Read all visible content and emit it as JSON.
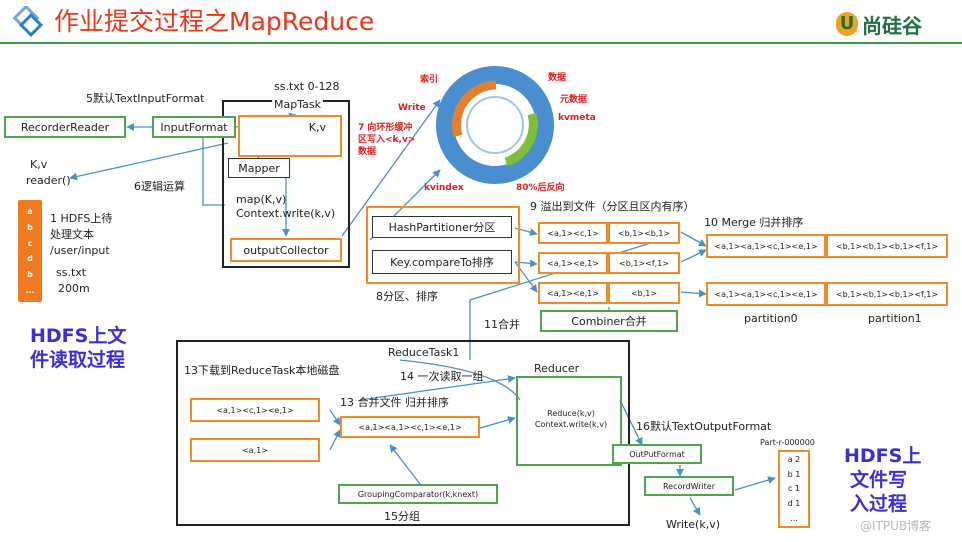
{
  "header": {
    "title": "作业提交过程之MapReduce",
    "logo_text": "尚硅谷",
    "logo_glyph": "U"
  },
  "colors": {
    "title": "#e8381a",
    "orange_box": "#f08a2a",
    "green_box": "#4aa84a",
    "hdfs_text": "#3a2fd0",
    "arrow": "#4a90c8",
    "ring_outer": "#4a8ed0",
    "ring_inner": "#e08030",
    "red_label": "#e02020"
  },
  "map_side": {
    "file_label": "ss.txt 0-128",
    "maptask": "MapTask",
    "kv": "K,v",
    "mapper": "Mapper",
    "map_call": "map(K,v)",
    "context_write": "Context.write(k,v)",
    "output_collector": "outputCollector",
    "input_format_note": "5默认TextInputFormat",
    "input_format": "InputFormat",
    "record_reader": "RecorderReader",
    "reader_kv": "K,v",
    "reader_call": "reader()",
    "logic_note": "6逻辑运算",
    "hdfs_note_1": "1 HDFS上待",
    "hdfs_note_2": "处理文本",
    "hdfs_note_3": "/user/input",
    "file_name": "ss.txt",
    "file_size": "200m",
    "file_letters": [
      "a",
      "b",
      "c",
      "d",
      "b",
      "..."
    ]
  },
  "hdfs_read": [
    "HDFS上文",
    "件读取过程"
  ],
  "ring": {
    "labels_left": [
      "索引",
      "Write",
      "7 向环形缓冲区写入<k,v>数据"
    ],
    "labels_right": [
      "数据",
      "元数据",
      "kvmeta"
    ],
    "labels_bottom": [
      "kvindex",
      "80%后反向"
    ]
  },
  "shuffle": {
    "hash_partitioner": "HashPartitioner分区",
    "key_compare": "Key.compareTo排序",
    "partition_note": "8分区、排序",
    "spill_note": "9 溢出到文件（分区且区内有序）",
    "spill_cells": [
      [
        "<a,1><c,1>",
        "<b,1><b,1>"
      ],
      [
        "<a,1><e,1>",
        "<b,1><f,1>"
      ],
      [
        "<a,1><e,1>",
        "<b,1>"
      ]
    ],
    "merge_note": "10 Merge 归并排序",
    "merge_cells": [
      "<a,1><a,1><c,1><e,1>",
      "<b,1><b,1><b,1><f,1>"
    ],
    "merge_cells_2": [
      "<a,1><a,1><c,1><e,1>",
      "<b,1><b,1><b,1><f,1>"
    ],
    "partition_labels": [
      "partition0",
      "partition1"
    ],
    "combiner": "Combiner合并",
    "combiner_note": "11合并"
  },
  "reduce_side": {
    "reducetask": "ReduceTask1",
    "download_note": "13下载到ReduceTask本地磁盘",
    "merge_note": "13 合并文件 归并排序",
    "group_note": "14 一次读取一组",
    "cells_left": [
      "<a,1><c,1><e,1>",
      "<a,1>"
    ],
    "merged": "<a,1><a,1><c,1><e,1>",
    "reducer": "Reducer",
    "reduce_call": "Reduce(k,v) Context.write(k,v)",
    "grouping": "GroupingComparator(k,knext)",
    "grouping_note": "15分组",
    "output_format_note": "16默认TextOutputFormat",
    "output_format": "OutPutFormat",
    "record_writer": "RecordWriter",
    "write_call": "Write(k,v)",
    "part_file": "Part-r-000000",
    "part_lines": [
      "a 2",
      "b 1",
      "c 1",
      "d 1",
      "..."
    ]
  },
  "hdfs_write": [
    "HDFS上",
    "文件写",
    "入过程"
  ],
  "watermark": "@ITPUB博客"
}
